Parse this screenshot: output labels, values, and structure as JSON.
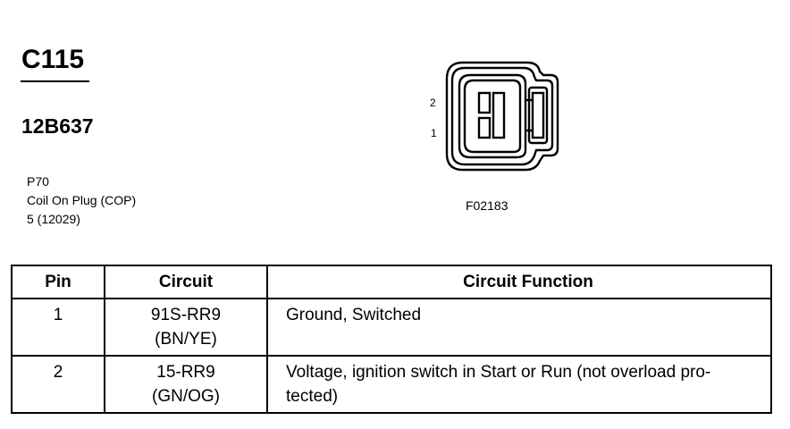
{
  "header": {
    "connector_id": "C115",
    "part_number": "12B637",
    "description_lines": [
      "P70",
      "Coil On Plug (COP)",
      "5 (12029)"
    ]
  },
  "figure": {
    "pin_labels": [
      "2",
      "1"
    ],
    "figure_code": "F02183"
  },
  "table": {
    "headers": {
      "pin": "Pin",
      "circuit": "Circuit",
      "function": "Circuit Function"
    },
    "rows": [
      {
        "pin": "1",
        "circuit": "91S-RR9",
        "color": "(BN/YE)",
        "function_line1": "Ground, Switched",
        "function_line2": ""
      },
      {
        "pin": "2",
        "circuit": "15-RR9",
        "color": "(GN/OG)",
        "function_line1": "Voltage, ignition switch in Start or Run (not overload pro-",
        "function_line2": "tected)"
      }
    ]
  }
}
